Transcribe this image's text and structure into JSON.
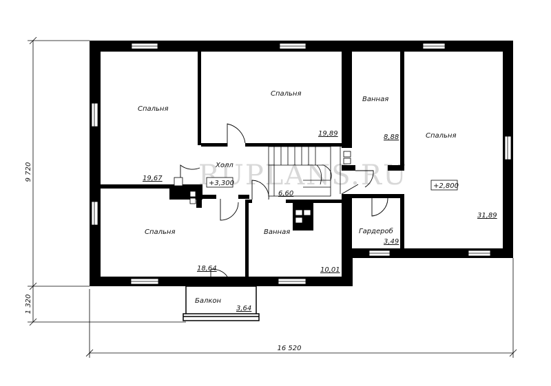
{
  "plan": {
    "watermark": "RUPLANS.RU",
    "rooms": [
      {
        "id": "bedroom-nw",
        "name": "Спальня",
        "area": "19,67"
      },
      {
        "id": "bedroom-n",
        "name": "Спальня",
        "area": "19,89"
      },
      {
        "id": "bath-ne",
        "name": "Ванная",
        "area": "8,88"
      },
      {
        "id": "bedroom-e",
        "name": "Спальня",
        "area": "31,89"
      },
      {
        "id": "hall",
        "name": "Холл",
        "area": "6,60"
      },
      {
        "id": "bedroom-sw",
        "name": "Спальня",
        "area": "18,64"
      },
      {
        "id": "bath-s",
        "name": "Ванная",
        "area": "10,01"
      },
      {
        "id": "wardrobe",
        "name": "Гардероб",
        "area": "3,49"
      },
      {
        "id": "balcony",
        "name": "Балкон",
        "area": "3,64"
      }
    ],
    "levels": {
      "hall": "+3,300",
      "east": "+2,800"
    },
    "dimensions": {
      "height_main": "9 720",
      "height_balcony": "1 320",
      "width": "16 520"
    }
  }
}
